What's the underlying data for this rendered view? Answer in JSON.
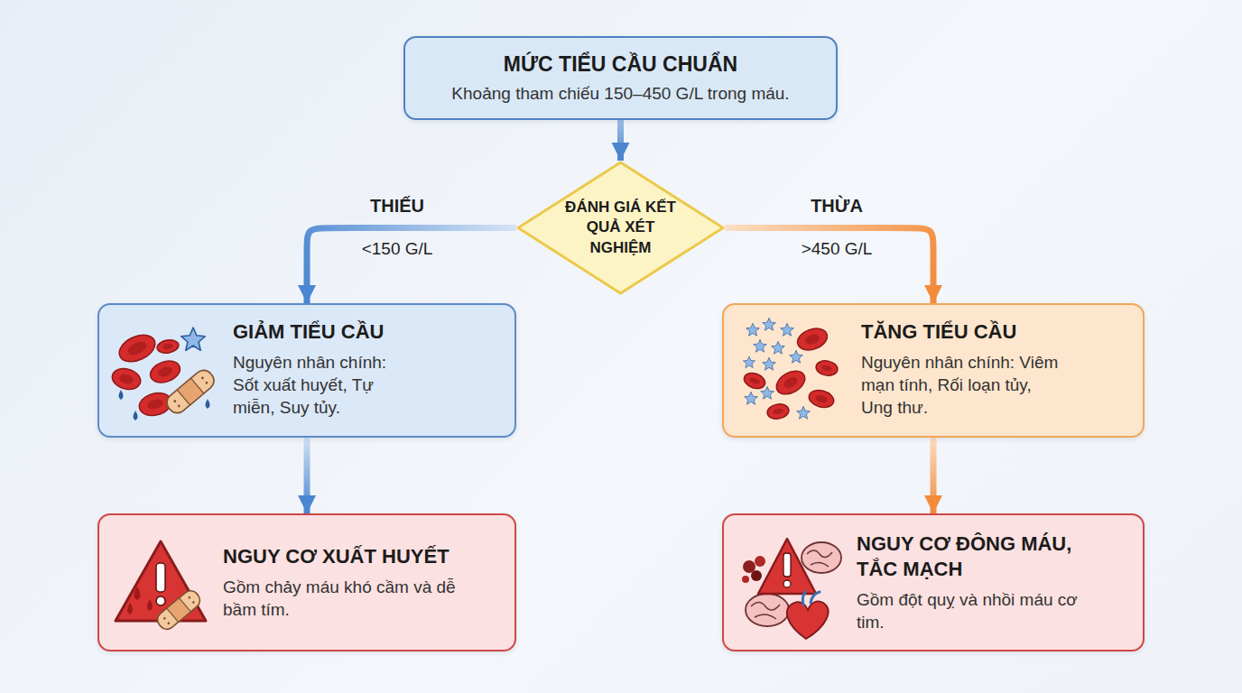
{
  "diagram": {
    "nodes": [
      {
        "text": [
          "MỨC TIỂU CẦU CHUẨN",
          "Khoảng tham chiếu 150–450 G/L trong máu."
        ]
      },
      {
        "text": [
          "ĐÁNH GIÁ KẾT QUẢ XÉT NGHIỆM"
        ]
      },
      {
        "text": [
          "GIẢM TIỂU CẦU",
          "Nguyên nhân chính: Sốt xuất huyết, Tự miễn, Suy tủy."
        ]
      },
      {
        "text": [
          "TĂNG TIỂU CẦU",
          "Nguyên nhân chính: Viêm mạn tính, Rối loạn tủy, Ung thư."
        ]
      },
      {
        "text": [
          "NGUY CƠ XUẤT HUYẾT",
          "Gồm chảy máu khó cầm và dễ bầm tím."
        ]
      },
      {
        "text": [
          "NGUY CƠ ĐÔNG MÁU, TẮC MẠCH",
          "Gồm đột quỵ và nhồi máu cơ tim."
        ]
      }
    ],
    "edges": [
      {
        "from": 0,
        "to": 1,
        "arrow": "to"
      },
      {
        "from": 1,
        "to": 2,
        "label": "THIẾU",
        "arrow": "to"
      },
      {
        "from": 1,
        "to": 3,
        "label": "THỪA",
        "arrow": "to"
      },
      {
        "from": 2,
        "to": 4,
        "arrow": "to"
      },
      {
        "from": 3,
        "to": 5,
        "arrow": "to"
      }
    ],
    "labels": [
      "<150 G/L",
      ">450 G/L"
    ]
  }
}
